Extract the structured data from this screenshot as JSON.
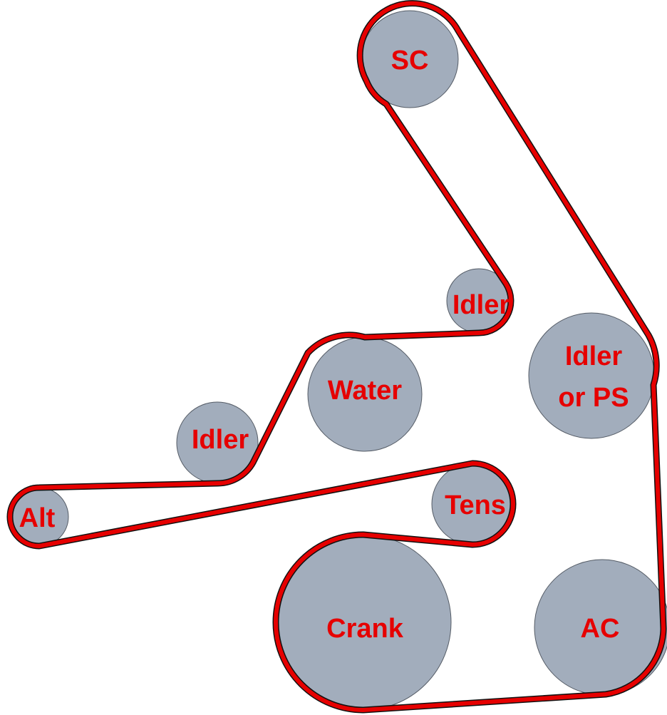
{
  "diagram": {
    "colors": {
      "belt": "#e60000",
      "pulley_fill": "#a2adbc",
      "label": "#e60000"
    },
    "pulleys": {
      "sc": {
        "label": "SC"
      },
      "idler_top": {
        "label": "Idler"
      },
      "water": {
        "label": "Water"
      },
      "idler_ps": {
        "line1": "Idler",
        "line2": "or PS"
      },
      "idler_mid": {
        "label": "Idler"
      },
      "tens": {
        "label": "Tens"
      },
      "alt": {
        "label": "Alt"
      },
      "crank": {
        "label": "Crank"
      },
      "ac": {
        "label": "AC"
      }
    }
  }
}
